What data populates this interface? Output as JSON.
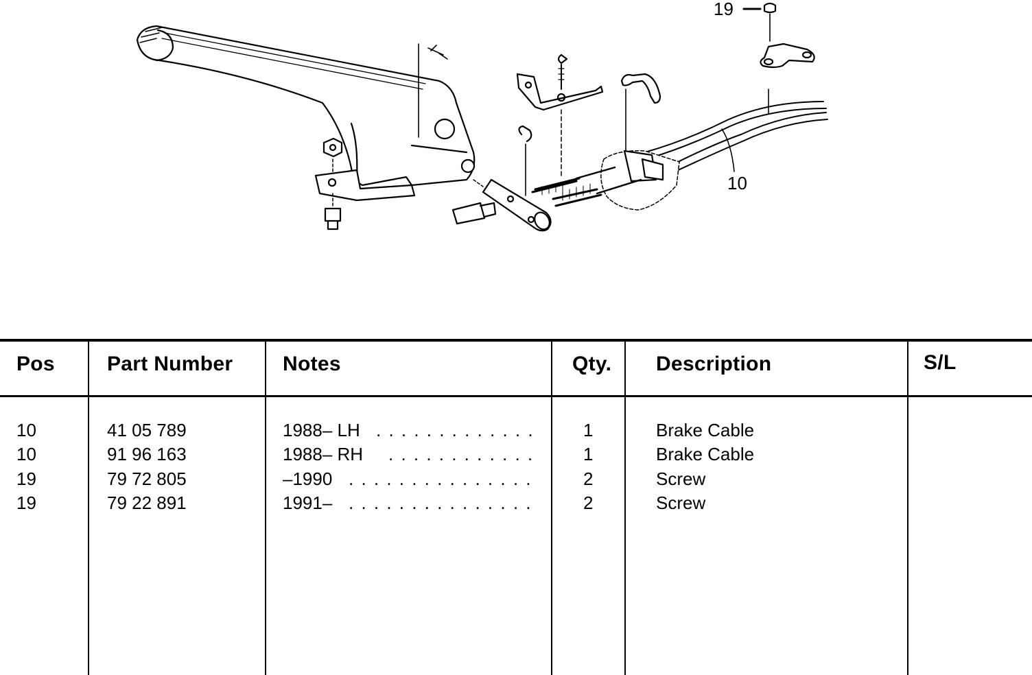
{
  "diagram": {
    "callouts": [
      {
        "id": "pos19",
        "label": "19"
      },
      {
        "id": "pos10",
        "label": "10"
      }
    ]
  },
  "table": {
    "headers": {
      "pos": "Pos",
      "part_number": "Part Number",
      "notes": "Notes",
      "qty": "Qty.",
      "description": "Description",
      "sl": "S/L"
    },
    "rows": [
      {
        "pos": "10",
        "part_number": "41 05 789",
        "notes": "1988– LH",
        "qty": "1",
        "description": "Brake Cable",
        "sl": ""
      },
      {
        "pos": "10",
        "part_number": "91 96 163",
        "notes": "1988– RH",
        "qty": "1",
        "description": "Brake Cable",
        "sl": ""
      },
      {
        "pos": "19",
        "part_number": "79 72 805",
        "notes": "–1990",
        "qty": "2",
        "description": "Screw",
        "sl": ""
      },
      {
        "pos": "19",
        "part_number": "79 22 891",
        "notes": "1991–",
        "qty": "2",
        "description": "Screw",
        "sl": ""
      }
    ]
  }
}
